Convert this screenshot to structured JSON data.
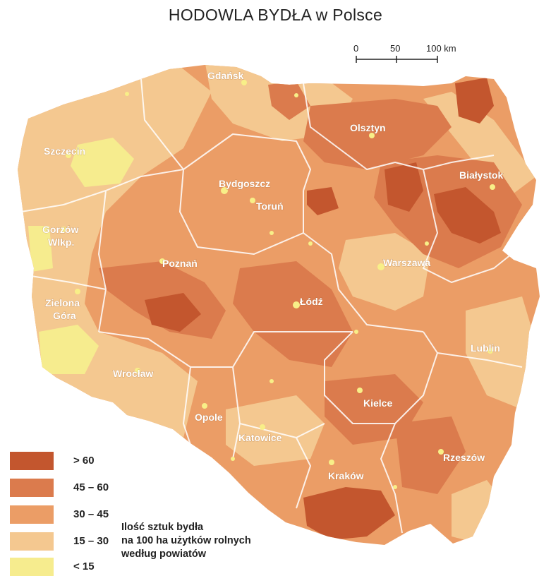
{
  "title": "HODOWLA BYDŁA w Polsce",
  "scale": {
    "labels": [
      "0",
      "50",
      "100 km"
    ]
  },
  "cities": [
    {
      "name": "Gdańsk"
    },
    {
      "name": "Olsztyn"
    },
    {
      "name": "Szczecin"
    },
    {
      "name": "Białystok"
    },
    {
      "name": "Bydgoszcz"
    },
    {
      "name": "Toruń"
    },
    {
      "name": "Gorzów"
    },
    {
      "name": "Wlkp."
    },
    {
      "name": "Poznań"
    },
    {
      "name": "Warszawa"
    },
    {
      "name": "Zielona"
    },
    {
      "name": "Góra"
    },
    {
      "name": "Łódź"
    },
    {
      "name": "Lublin"
    },
    {
      "name": "Wrocław"
    },
    {
      "name": "Kielce"
    },
    {
      "name": "Opole"
    },
    {
      "name": "Katowice"
    },
    {
      "name": "Rzeszów"
    },
    {
      "name": "Kraków"
    }
  ],
  "legend": {
    "items": [
      {
        "label": "> 60",
        "color": "#c3562e"
      },
      {
        "label": "45 – 60",
        "color": "#db7b4d"
      },
      {
        "label": "30 – 45",
        "color": "#eb9d66"
      },
      {
        "label": "15 – 30",
        "color": "#f4c890"
      },
      {
        "label": "< 15",
        "color": "#f6ec8e"
      }
    ],
    "caption": [
      "Ilość sztuk bydła",
      "na 100 ha użytków rolnych",
      "według powiatów"
    ]
  }
}
